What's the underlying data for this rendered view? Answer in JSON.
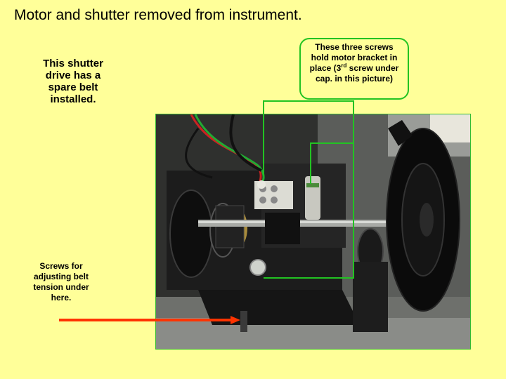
{
  "slide": {
    "title": "Motor and shutter removed from instrument."
  },
  "notes": {
    "shutter_belt": [
      "This shutter",
      "drive has a",
      "spare belt",
      "installed."
    ],
    "callout_line1": "These three screws",
    "callout_line2": "hold motor bracket in",
    "callout_line3_pre": "place (3",
    "callout_line3_sup": "rd",
    "callout_line3_post": " screw under",
    "callout_line4": "cap. in this picture)",
    "belt_tension": [
      "Screws for",
      "adjusting belt",
      "tension under",
      "here."
    ]
  },
  "colors": {
    "background": "#ffff99",
    "callout_line": "#22c322",
    "arrow": "#ff3300"
  }
}
